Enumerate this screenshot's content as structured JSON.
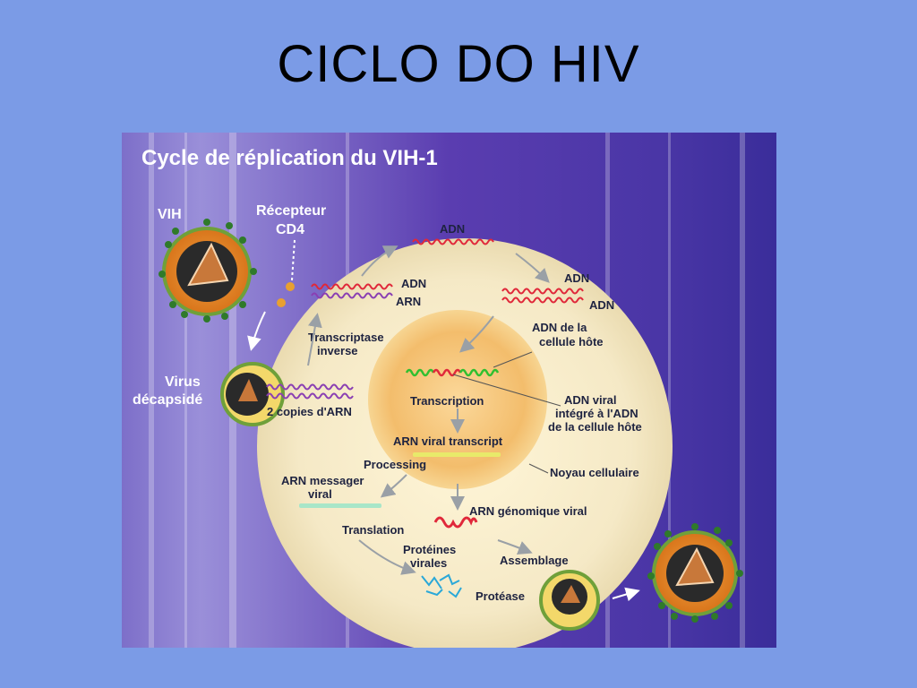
{
  "slide": {
    "title": "CICLO DO HIV"
  },
  "figure": {
    "title": "Cycle de réplication du VIH-1",
    "labels": {
      "vih": "VIH",
      "recepteur_1": "Récepteur",
      "recepteur_2": "CD4",
      "virus_1": "Virus",
      "virus_2": "décapsidé",
      "copies_arn": "2 copies d'ARN",
      "transcriptase_1": "Transcriptase",
      "transcriptase_2": "inverse",
      "adn_arn_adn": "ADN",
      "adn_arn_arn": "ARN",
      "adn_top": "ADN",
      "adn_double_1": "ADN",
      "adn_double_2": "ADN",
      "adn_cellule_1": "ADN de la",
      "adn_cellule_2": "cellule hôte",
      "transcription": "Transcription",
      "adn_viral_1": "ADN viral",
      "adn_viral_2": "intégré à l'ADN",
      "adn_viral_3": "de la cellule hôte",
      "arn_viral_transcript": "ARN viral transcript",
      "processing": "Processing",
      "noyau": "Noyau cellulaire",
      "arn_messager_1": "ARN messager",
      "arn_messager_2": "viral",
      "arn_genomique": "ARN génomique viral",
      "translation": "Translation",
      "proteines_1": "Protéines",
      "proteines_2": "virales",
      "assemblage": "Assemblage",
      "protease": "Protéase"
    }
  },
  "colors": {
    "slide_background": "#7b9be6",
    "cell": "#f7ecc8",
    "nucleus": "#f3b865",
    "dna_red": "#e0283a",
    "dna_purple": "#8a3fb3",
    "dna_green": "#2fbf2f",
    "virus_orange": "#e8872a"
  }
}
